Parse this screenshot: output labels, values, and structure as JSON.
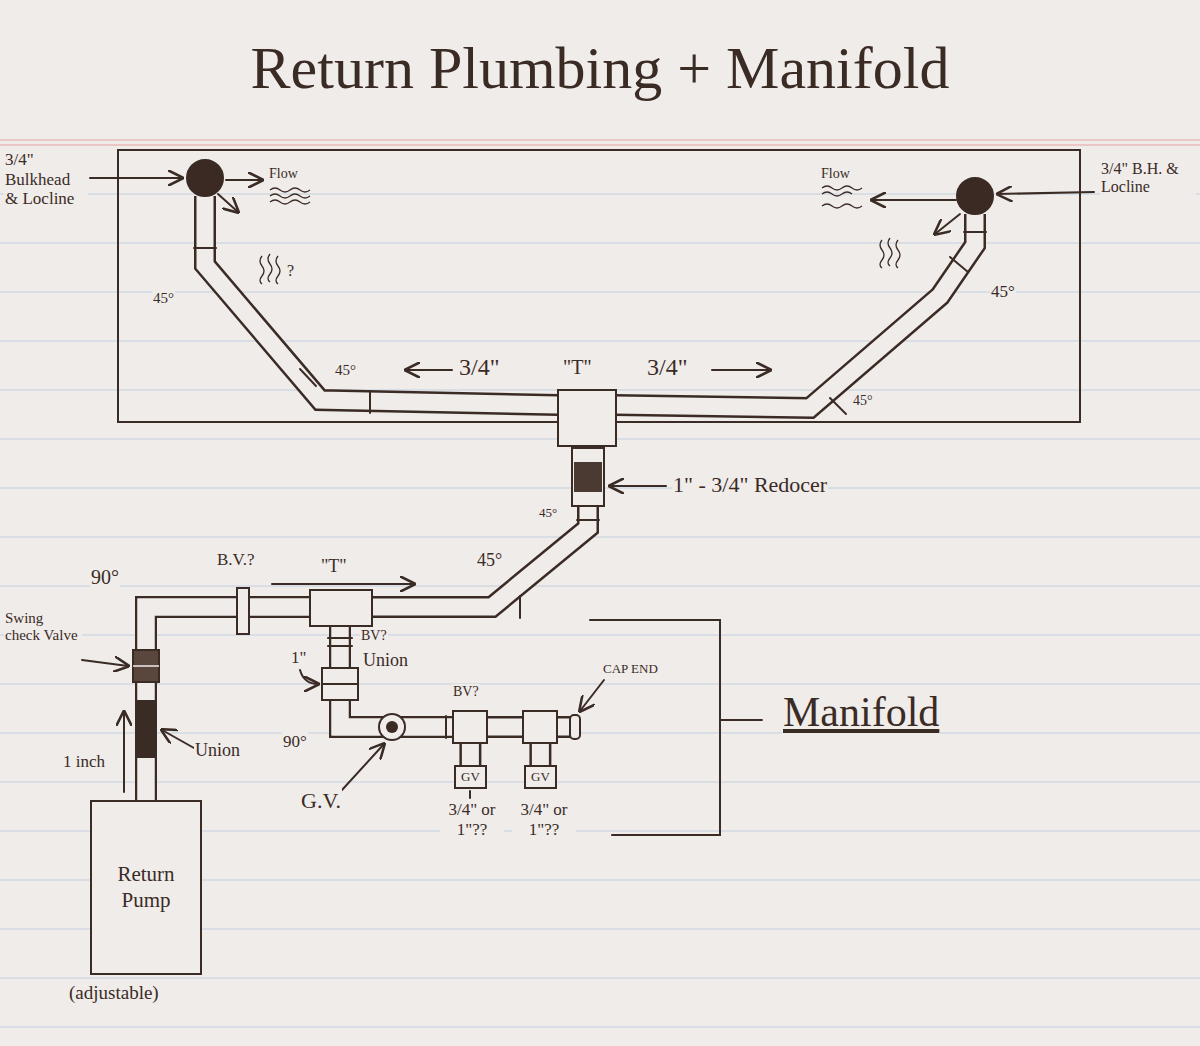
{
  "diagram": {
    "title": "Return Plumbing + Manifold",
    "nodes": [
      {
        "text": [
          "GV"
        ]
      },
      {
        "text": [
          "GV"
        ]
      },
      {
        "text": [
          "Return Pump"
        ]
      }
    ],
    "edges": [
      {
        "from": 2,
        "to": 0,
        "arrow": "none"
      },
      {
        "from": 2,
        "to": 1,
        "arrow": "none"
      }
    ],
    "labels": [
      "3/4\" Bulkhead & Locline",
      "Flow",
      "?",
      "45°",
      "45°",
      "3/4\"",
      "\"T\"",
      "3/4\"",
      "Flow",
      "3/4\" B.H. & Locline",
      "45°",
      "45°",
      "1\" - 3/4\" Redocer",
      "45°",
      "45°",
      "90°",
      "B.V.?",
      "\"T\"",
      "1\"",
      "BV?",
      "Union",
      "CAP END",
      "BV?",
      "Swing check Valve",
      "90°",
      "Union",
      "Manifold",
      "1 inch",
      "G.V.",
      "3/4\" or 1\"??",
      "3/4\" or 1\"??",
      "(adjustable)"
    ]
  }
}
